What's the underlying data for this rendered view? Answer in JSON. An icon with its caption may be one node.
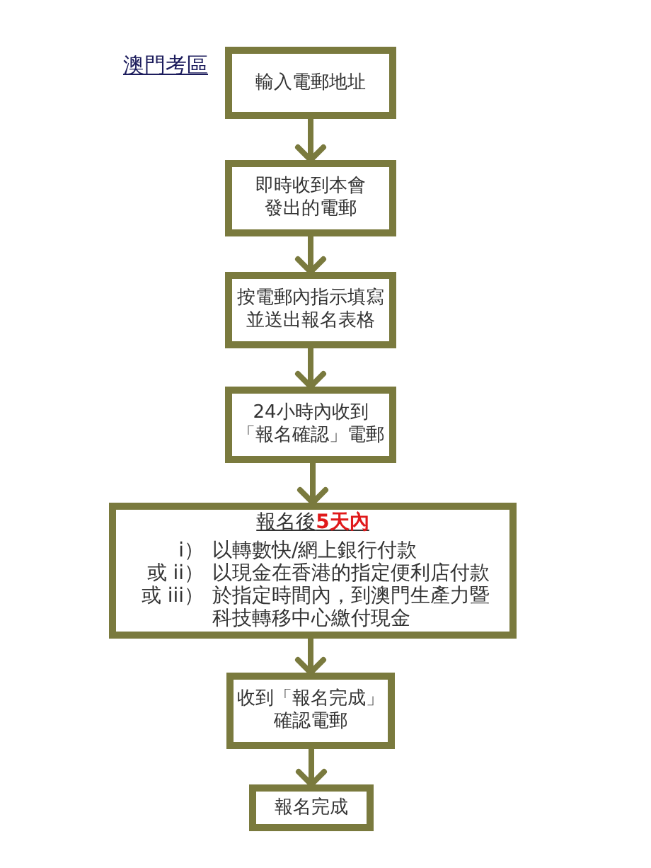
{
  "diagram": {
    "title": "澳門考區",
    "nodes": [
      {
        "text": [
          "輸入電郵地址"
        ]
      },
      {
        "text": [
          "即時收到本會發出的電郵"
        ]
      },
      {
        "text": [
          "按電郵內指示填寫並送出報名表格"
        ]
      },
      {
        "text": [
          "24小時內收到「報名確認」電郵"
        ]
      },
      {
        "text": [
          "報名後**5天內**",
          "i）",
          "以轉數快/網上銀行付款",
          "或 ii）",
          "以現金在香港的指定便利店付款",
          "或 iii）",
          "於指定時間內，到澳門生產力暨科技轉移中心繳付現金"
        ]
      },
      {
        "text": [
          "收到「報名完成」確認電郵"
        ]
      },
      {
        "text": [
          "報名完成"
        ]
      }
    ],
    "edges": [
      {
        "from": 0,
        "to": 1,
        "arrow": "to"
      },
      {
        "from": 1,
        "to": 2,
        "arrow": "to"
      },
      {
        "from": 2,
        "to": 3,
        "arrow": "to"
      },
      {
        "from": 3,
        "to": 4,
        "arrow": "to"
      },
      {
        "from": 4,
        "to": 5,
        "arrow": "to"
      },
      {
        "from": 5,
        "to": 6,
        "arrow": "to"
      }
    ]
  }
}
